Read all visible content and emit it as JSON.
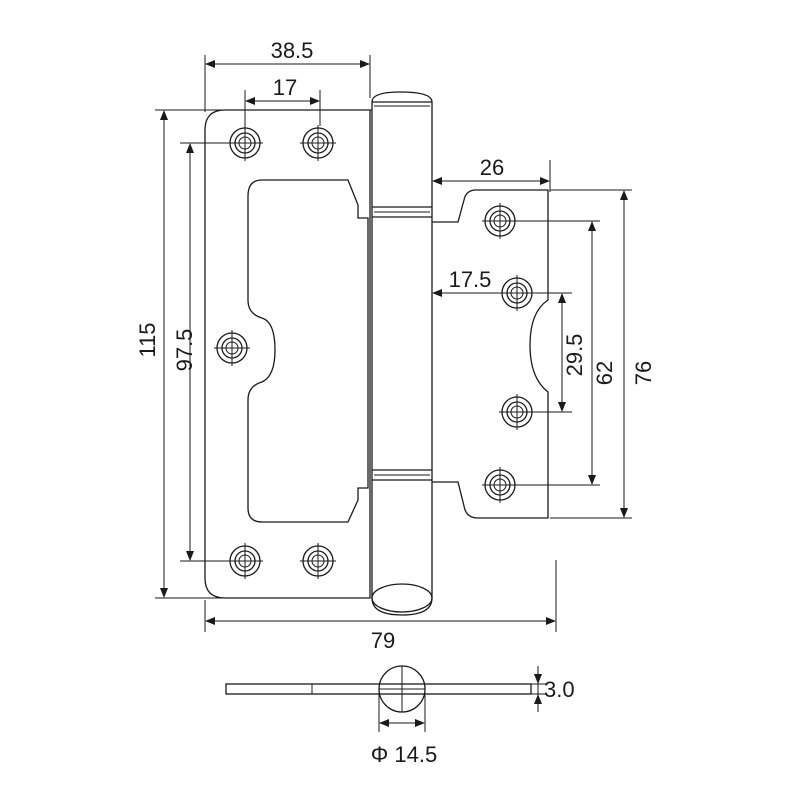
{
  "dimensions": {
    "top_width": "38.5",
    "hole_spacing_top": "17",
    "right_leaf_width": "26",
    "right_hole_offset": "17.5",
    "overall_height": "115",
    "left_hole_span": "97.5",
    "right_inner_span": "29.5",
    "right_hole_span": "62",
    "right_leaf_height": "76",
    "overall_width": "79",
    "thickness": "3.0",
    "pin_diameter": "Φ 14.5"
  },
  "colors": {
    "line": "#1a1a1a",
    "background": "#ffffff"
  },
  "icons": [
    "countersunk-screw-hole-icon"
  ]
}
